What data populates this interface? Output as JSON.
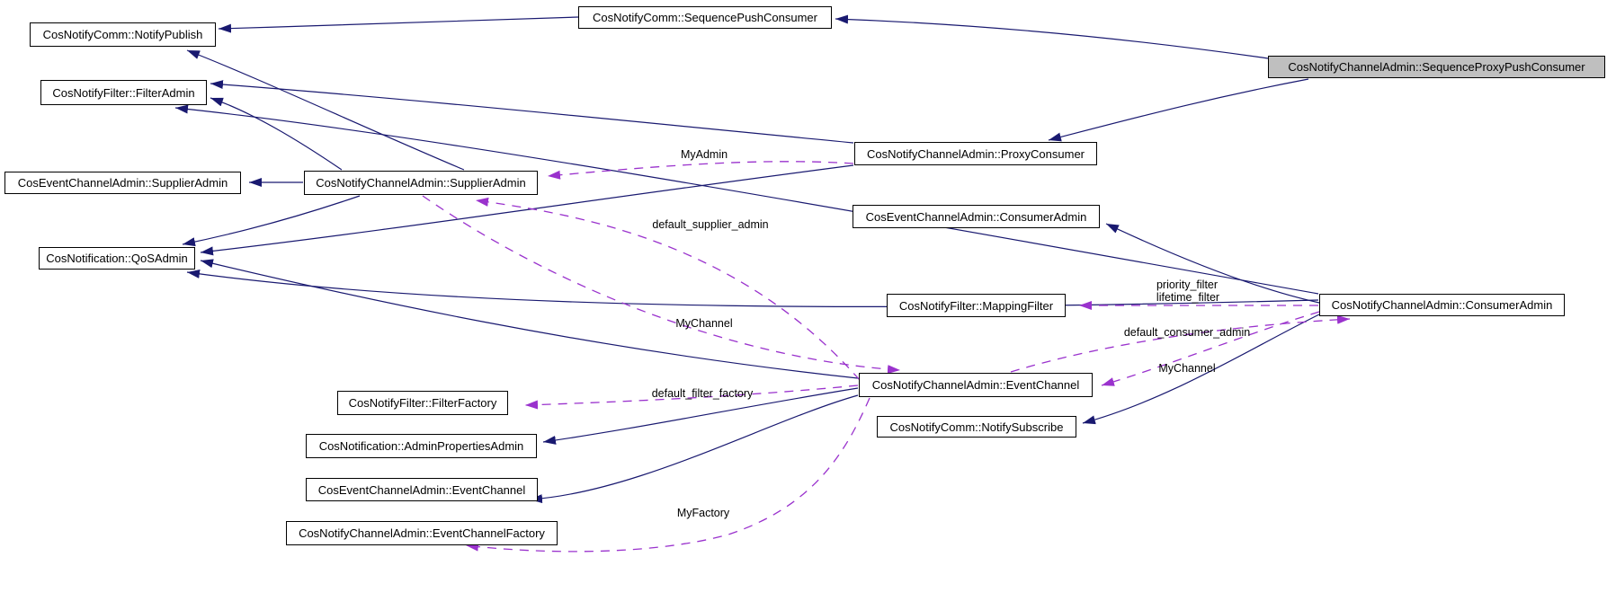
{
  "diagram": {
    "type": "class-collaboration-graph",
    "selected_node": "CosNotifyChannelAdmin::SequenceProxyPushConsumer",
    "colors": {
      "background": "#ffffff",
      "node_fill": "#ffffff",
      "node_border": "#000000",
      "selected_node_fill": "#bfbfbf",
      "inheritance_edge": "#191970",
      "usage_edge": "#9a32cd",
      "text": "#000000"
    },
    "nodes": [
      {
        "id": "notify-publish",
        "label": "CosNotifyComm::NotifyPublish"
      },
      {
        "id": "filter-admin",
        "label": "CosNotifyFilter::FilterAdmin"
      },
      {
        "id": "event-supplier-admin",
        "label": "CosEventChannelAdmin::SupplierAdmin"
      },
      {
        "id": "notify-supplier-admin",
        "label": "CosNotifyChannelAdmin::SupplierAdmin"
      },
      {
        "id": "qos-admin",
        "label": "CosNotification::QoSAdmin"
      },
      {
        "id": "sequence-push-consumer",
        "label": "CosNotifyComm::SequencePushConsumer"
      },
      {
        "id": "sequence-proxy-push-consumer",
        "label": "CosNotifyChannelAdmin::SequenceProxyPushConsumer"
      },
      {
        "id": "proxy-consumer",
        "label": "CosNotifyChannelAdmin::ProxyConsumer"
      },
      {
        "id": "event-consumer-admin",
        "label": "CosEventChannelAdmin::ConsumerAdmin"
      },
      {
        "id": "mapping-filter",
        "label": "CosNotifyFilter::MappingFilter"
      },
      {
        "id": "notify-consumer-admin",
        "label": "CosNotifyChannelAdmin::ConsumerAdmin"
      },
      {
        "id": "notify-event-channel",
        "label": "CosNotifyChannelAdmin::EventChannel"
      },
      {
        "id": "notify-subscribe",
        "label": "CosNotifyComm::NotifySubscribe"
      },
      {
        "id": "filter-factory",
        "label": "CosNotifyFilter::FilterFactory"
      },
      {
        "id": "admin-properties-admin",
        "label": "CosNotification::AdminPropertiesAdmin"
      },
      {
        "id": "event-channel-base",
        "label": "CosEventChannelAdmin::EventChannel"
      },
      {
        "id": "event-channel-factory",
        "label": "CosNotifyChannelAdmin::EventChannelFactory"
      }
    ],
    "edges": [
      {
        "from": "sequence-push-consumer",
        "to": "notify-publish",
        "type": "inheritance"
      },
      {
        "from": "notify-supplier-admin",
        "to": "notify-publish",
        "type": "inheritance"
      },
      {
        "from": "sequence-proxy-push-consumer",
        "to": "sequence-push-consumer",
        "type": "inheritance"
      },
      {
        "from": "sequence-proxy-push-consumer",
        "to": "proxy-consumer",
        "type": "inheritance"
      },
      {
        "from": "notify-supplier-admin",
        "to": "filter-admin",
        "type": "inheritance"
      },
      {
        "from": "proxy-consumer",
        "to": "filter-admin",
        "type": "inheritance"
      },
      {
        "from": "notify-consumer-admin",
        "to": "filter-admin",
        "type": "inheritance"
      },
      {
        "from": "notify-supplier-admin",
        "to": "event-supplier-admin",
        "type": "inheritance"
      },
      {
        "from": "notify-supplier-admin",
        "to": "qos-admin",
        "type": "inheritance"
      },
      {
        "from": "proxy-consumer",
        "to": "qos-admin",
        "type": "inheritance"
      },
      {
        "from": "notify-event-channel",
        "to": "qos-admin",
        "type": "inheritance"
      },
      {
        "from": "notify-consumer-admin",
        "to": "qos-admin",
        "type": "inheritance"
      },
      {
        "from": "notify-consumer-admin",
        "to": "event-consumer-admin",
        "type": "inheritance"
      },
      {
        "from": "notify-consumer-admin",
        "to": "notify-subscribe",
        "type": "inheritance"
      },
      {
        "from": "notify-event-channel",
        "to": "admin-properties-admin",
        "type": "inheritance"
      },
      {
        "from": "notify-event-channel",
        "to": "event-channel-base",
        "type": "inheritance"
      },
      {
        "from": "proxy-consumer",
        "to": "notify-supplier-admin",
        "type": "usage",
        "label": "MyAdmin"
      },
      {
        "from": "notify-event-channel",
        "to": "notify-supplier-admin",
        "type": "usage",
        "label": "default_supplier_admin"
      },
      {
        "from": "notify-supplier-admin",
        "to": "notify-event-channel",
        "type": "usage",
        "label": "MyChannel"
      },
      {
        "from": "notify-consumer-admin",
        "to": "mapping-filter",
        "type": "usage",
        "label": "priority_filter",
        "label2": "lifetime_filter"
      },
      {
        "from": "notify-event-channel",
        "to": "notify-consumer-admin",
        "type": "usage",
        "label": "default_consumer_admin"
      },
      {
        "from": "notify-consumer-admin",
        "to": "notify-event-channel",
        "type": "usage",
        "label": "MyChannel"
      },
      {
        "from": "notify-event-channel",
        "to": "filter-factory",
        "type": "usage",
        "label": "default_filter_factory"
      },
      {
        "from": "notify-event-channel",
        "to": "event-channel-factory",
        "type": "usage",
        "label": "MyFactory"
      }
    ]
  }
}
